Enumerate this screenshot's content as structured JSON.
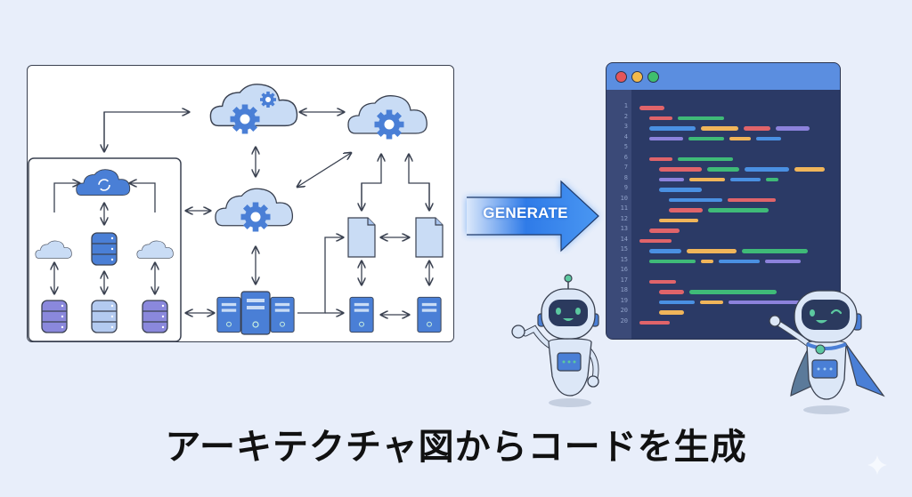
{
  "diagram": {
    "nodes": [
      {
        "id": "cloud-gears-top",
        "type": "cloud-gears"
      },
      {
        "id": "cloud-gear-right",
        "type": "cloud-gear"
      },
      {
        "id": "cloud-gear-center",
        "type": "cloud-gear"
      },
      {
        "id": "cloud-sync",
        "type": "cloud-sync"
      },
      {
        "id": "cloud-small-left",
        "type": "cloud"
      },
      {
        "id": "cloud-small-right",
        "type": "cloud"
      },
      {
        "id": "database-center",
        "type": "database"
      },
      {
        "id": "database-left",
        "type": "database"
      },
      {
        "id": "database-mid",
        "type": "database"
      },
      {
        "id": "database-right",
        "type": "database"
      },
      {
        "id": "server-cluster",
        "type": "servers"
      },
      {
        "id": "server-left",
        "type": "server"
      },
      {
        "id": "server-right",
        "type": "server"
      },
      {
        "id": "document-left",
        "type": "document"
      },
      {
        "id": "document-right",
        "type": "document"
      }
    ]
  },
  "arrow": {
    "label": "GENERATE"
  },
  "editor": {
    "window_buttons": [
      {
        "name": "close",
        "color": "#e4565a"
      },
      {
        "name": "minimize",
        "color": "#f2b94a"
      },
      {
        "name": "maximize",
        "color": "#3fbf6e"
      }
    ],
    "line_numbers": [
      "1",
      "2",
      "3",
      "4",
      "5",
      "6",
      "7",
      "8",
      "9",
      "10",
      "11",
      "12",
      "13",
      "14",
      "15",
      "15",
      "16",
      "17",
      "18",
      "19",
      "20",
      "20"
    ],
    "colors": {
      "red": "#e0646a",
      "green": "#3fba78",
      "blue": "#4a90e2",
      "orange": "#f0b55a",
      "purple": "#8c82dc"
    },
    "lines": [
      [
        {
          "c": "red",
          "w": 28,
          "i": 0
        }
      ],
      [
        {
          "c": "red",
          "w": 26,
          "i": 1
        },
        {
          "c": "green",
          "w": 52
        }
      ],
      [
        {
          "c": "blue",
          "w": 52,
          "i": 1
        },
        {
          "c": "orange",
          "w": 42
        },
        {
          "c": "red",
          "w": 30
        },
        {
          "c": "purple",
          "w": 38
        }
      ],
      [
        {
          "c": "purple",
          "w": 38,
          "i": 1
        },
        {
          "c": "green",
          "w": 40
        },
        {
          "c": "orange",
          "w": 24
        },
        {
          "c": "blue",
          "w": 28
        }
      ],
      [],
      [
        {
          "c": "red",
          "w": 26,
          "i": 1
        },
        {
          "c": "green",
          "w": 62
        }
      ],
      [
        {
          "c": "red",
          "w": 48,
          "i": 2
        },
        {
          "c": "green",
          "w": 36
        },
        {
          "c": "blue",
          "w": 50
        },
        {
          "c": "orange",
          "w": 34
        }
      ],
      [
        {
          "c": "purple",
          "w": 28,
          "i": 2
        },
        {
          "c": "orange",
          "w": 40
        },
        {
          "c": "blue",
          "w": 34
        },
        {
          "c": "green",
          "w": 14
        }
      ],
      [
        {
          "c": "blue",
          "w": 48,
          "i": 2
        }
      ],
      [
        {
          "c": "blue",
          "w": 60,
          "i": 3
        },
        {
          "c": "red",
          "w": 54
        }
      ],
      [
        {
          "c": "red",
          "w": 38,
          "i": 3
        },
        {
          "c": "green",
          "w": 68
        }
      ],
      [
        {
          "c": "orange",
          "w": 44,
          "i": 2
        }
      ],
      [
        {
          "c": "red",
          "w": 34,
          "i": 1
        }
      ],
      [
        {
          "c": "red",
          "w": 36,
          "i": 0
        }
      ],
      [
        {
          "c": "blue",
          "w": 36,
          "i": 1
        },
        {
          "c": "orange",
          "w": 56
        },
        {
          "c": "green",
          "w": 74
        }
      ],
      [
        {
          "c": "green",
          "w": 52,
          "i": 1
        },
        {
          "c": "orange",
          "w": 14
        },
        {
          "c": "blue",
          "w": 46
        },
        {
          "c": "purple",
          "w": 40
        }
      ],
      [],
      [
        {
          "c": "red",
          "w": 30,
          "i": 1
        }
      ],
      [
        {
          "c": "red",
          "w": 28,
          "i": 2
        },
        {
          "c": "green",
          "w": 98
        }
      ],
      [
        {
          "c": "blue",
          "w": 40,
          "i": 2
        },
        {
          "c": "orange",
          "w": 26
        },
        {
          "c": "purple",
          "w": 80
        }
      ],
      [
        {
          "c": "orange",
          "w": 28,
          "i": 2
        }
      ],
      [
        {
          "c": "red",
          "w": 34,
          "i": 0
        }
      ]
    ]
  },
  "robots": [
    {
      "name": "robot-waving",
      "expression": "smile"
    },
    {
      "name": "robot-caped",
      "expression": "wink"
    }
  ],
  "caption": "アーキテクチャ図からコードを生成",
  "colors": {
    "background": "#e8eefa",
    "accent": "#4a7fd6",
    "icon_fill": "#c9dcf5"
  }
}
